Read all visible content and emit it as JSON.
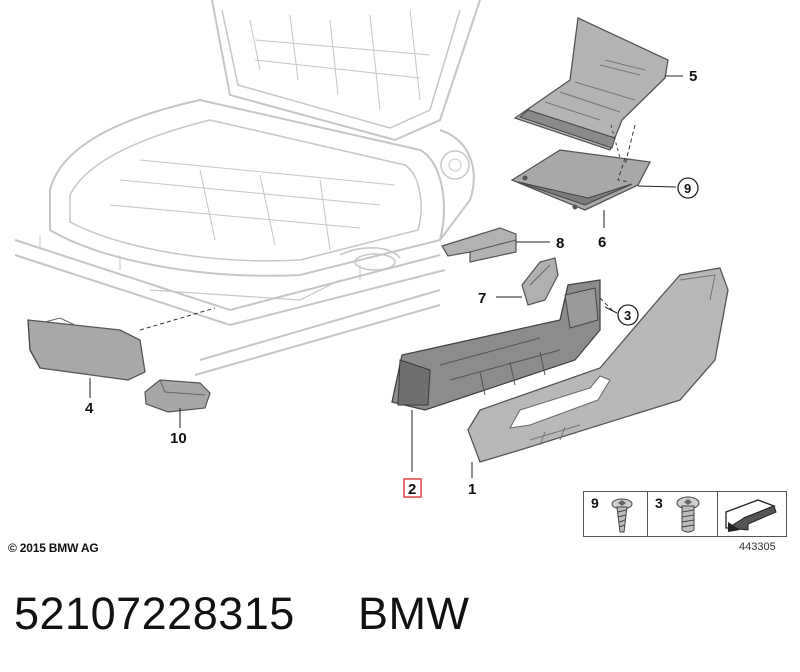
{
  "callouts": {
    "c1": "1",
    "c2": "2",
    "c3": "3",
    "c4": "4",
    "c5": "5",
    "c6": "6",
    "c7": "7",
    "c8": "8",
    "c9": "9",
    "c10": "10"
  },
  "copyright": "© 2015 BMW AG",
  "diagram_id": "443305",
  "part_number": "52107228315",
  "brand": "BMW",
  "screw_table": {
    "screw_9_label": "9",
    "screw_3_label": "3"
  },
  "colors": {
    "ghost_frame": "#c8c8c8",
    "part_fill": "#a9a9a9",
    "part_dark": "#6e6e6e",
    "highlight": "#e04040"
  }
}
